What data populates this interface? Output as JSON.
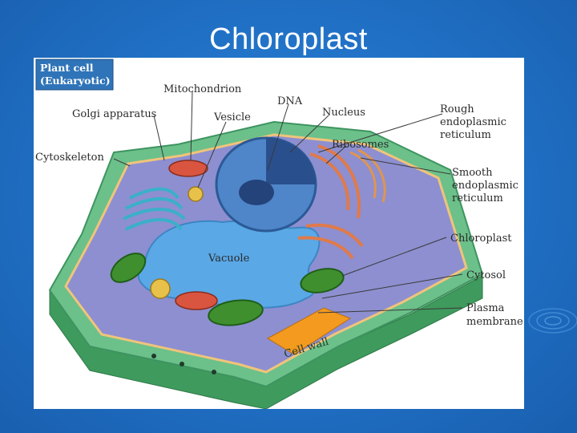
{
  "slide": {
    "title": "Chloroplast"
  },
  "figure": {
    "badge": {
      "line1": "Plant cell",
      "line2": "(Eukaryotic)"
    },
    "labels": {
      "mitochondrion": "Mitochondrion",
      "golgi": "Golgi apparatus",
      "vesicle": "Vesicle",
      "dna": "DNA",
      "nucleus": "Nucleus",
      "rough_er_1": "Rough",
      "rough_er_2": "endoplasmic",
      "rough_er_3": "reticulum",
      "ribosomes": "Ribosomes",
      "smooth_er_1": "Smooth",
      "smooth_er_2": "endoplasmic",
      "smooth_er_3": "reticulum",
      "cytoskeleton": "Cytoskeleton",
      "vacuole": "Vacuole",
      "chloroplast": "Chloroplast",
      "cytosol": "Cytosol",
      "plasma_membrane_1": "Plasma",
      "plasma_membrane_2": "membrane",
      "cell_wall": "Cell wall"
    },
    "colors": {
      "cell_wall": "#5fb37f",
      "cytoplasm": "#8d8fd0",
      "vacuole": "#5aa8e6",
      "nucleus": "#3a6fb8",
      "chloroplast": "#3f8f2f",
      "mitochondrion": "#d9553f",
      "golgi": "#3ab0c9",
      "rough_er": "#e07a4a"
    }
  }
}
